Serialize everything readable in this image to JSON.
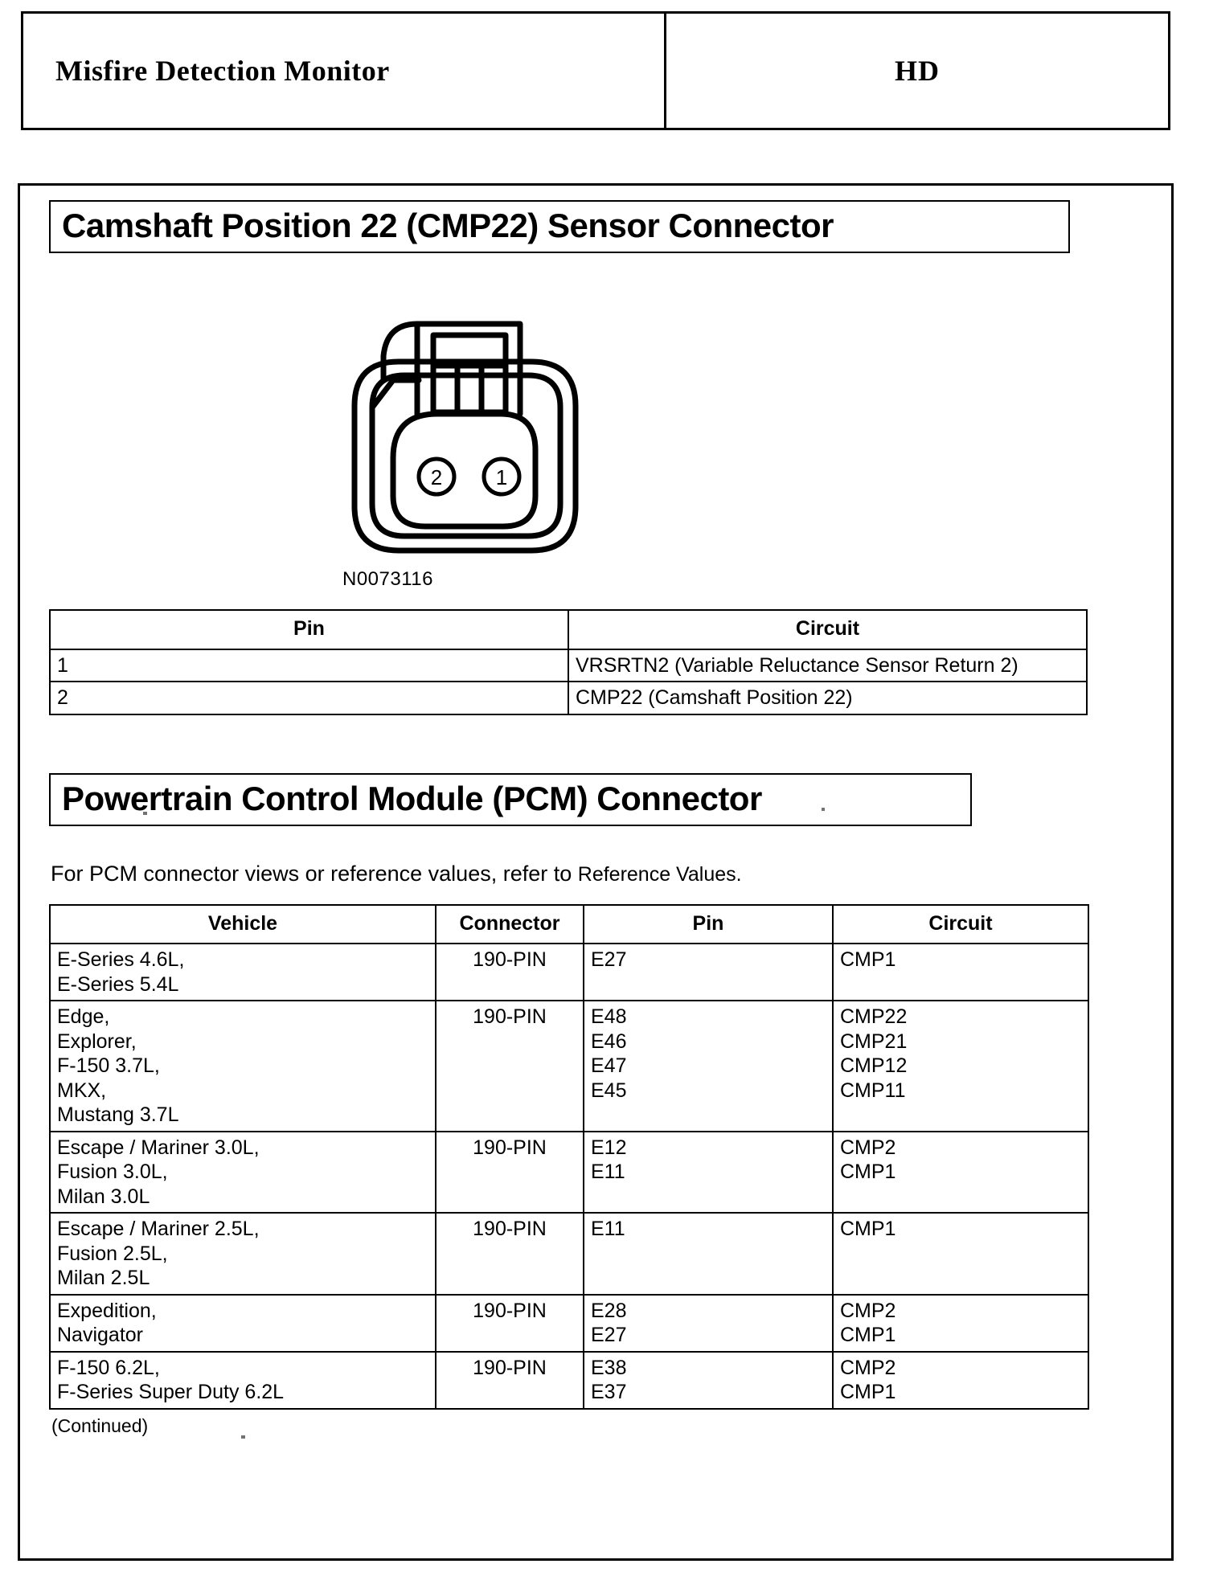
{
  "header": {
    "title": "Misfire Detection Monitor",
    "code": "HD"
  },
  "cmp_section": {
    "heading": "Camshaft Position 22 (CMP22) Sensor Connector",
    "diagram": {
      "image_code": "N0073116",
      "pin_marker_left": "2",
      "pin_marker_right": "1"
    },
    "table": {
      "headers": [
        "Pin",
        "Circuit"
      ],
      "rows": [
        {
          "pin": "1",
          "circuit": "VRSRTN2 (Variable Reluctance Sensor Return 2)"
        },
        {
          "pin": "2",
          "circuit": "CMP22 (Camshaft Position 22)"
        }
      ]
    }
  },
  "pcm_section": {
    "heading": "Powertrain Control Module (PCM) Connector",
    "note_main": "For PCM connector views or reference values, refer to ",
    "note_ref": "Reference Values.",
    "table": {
      "headers": [
        "Vehicle",
        "Connector",
        "Pin",
        "Circuit"
      ],
      "rows": [
        {
          "vehicle": [
            "E-Series 4.6L,",
            "E-Series 5.4L"
          ],
          "connector": "190-PIN",
          "pin": [
            "E27"
          ],
          "circuit": [
            "CMP1"
          ]
        },
        {
          "vehicle": [
            "Edge,",
            "Explorer,",
            "F-150 3.7L,",
            "MKX,",
            "Mustang 3.7L"
          ],
          "connector": "190-PIN",
          "pin": [
            "E48",
            "E46",
            "E47",
            "E45"
          ],
          "circuit": [
            "CMP22",
            "CMP21",
            "CMP12",
            "CMP11"
          ]
        },
        {
          "vehicle": [
            "Escape / Mariner 3.0L,",
            "Fusion 3.0L,",
            "Milan 3.0L"
          ],
          "connector": "190-PIN",
          "pin": [
            "E12",
            "E11"
          ],
          "circuit": [
            "CMP2",
            "CMP1"
          ]
        },
        {
          "vehicle": [
            "Escape / Mariner 2.5L,",
            "Fusion 2.5L,",
            "Milan 2.5L"
          ],
          "connector": "190-PIN",
          "pin": [
            "E11"
          ],
          "circuit": [
            "CMP1"
          ]
        },
        {
          "vehicle": [
            "Expedition,",
            "Navigator"
          ],
          "connector": "190-PIN",
          "pin": [
            "E28",
            "E27"
          ],
          "circuit": [
            "CMP2",
            "CMP1"
          ]
        },
        {
          "vehicle": [
            "F-150 6.2L,",
            "F-Series Super Duty 6.2L"
          ],
          "connector": "190-PIN",
          "pin": [
            "E38",
            "E37"
          ],
          "circuit": [
            "CMP2",
            "CMP1"
          ]
        }
      ]
    },
    "continued": "(Continued)"
  }
}
